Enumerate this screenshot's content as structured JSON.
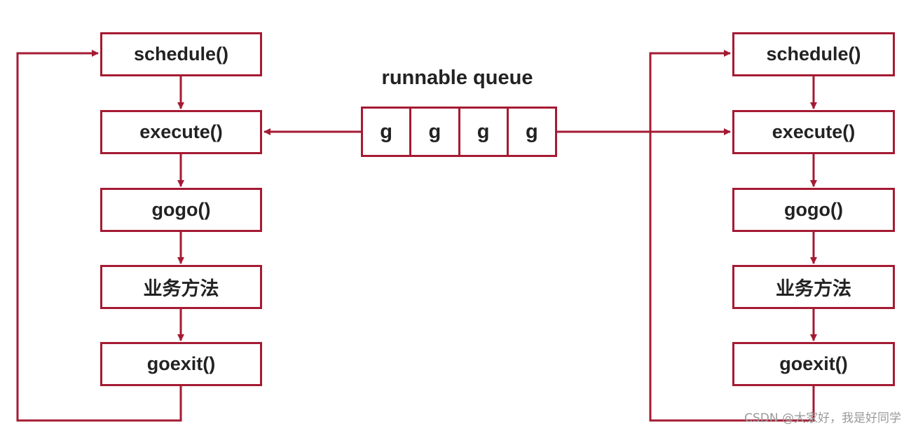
{
  "colors": {
    "accent": "#a51a33",
    "text": "#222222",
    "watermark": "#9a9a9a"
  },
  "left_column": {
    "steps": [
      "schedule()",
      "execute()",
      "gogo()",
      "业务方法",
      "goexit()"
    ]
  },
  "right_column": {
    "steps": [
      "schedule()",
      "execute()",
      "gogo()",
      "业务方法",
      "goexit()"
    ]
  },
  "queue": {
    "title": "runnable queue",
    "items": [
      "g",
      "g",
      "g",
      "g"
    ]
  },
  "watermark": "CSDN @大家好，我是好同学"
}
